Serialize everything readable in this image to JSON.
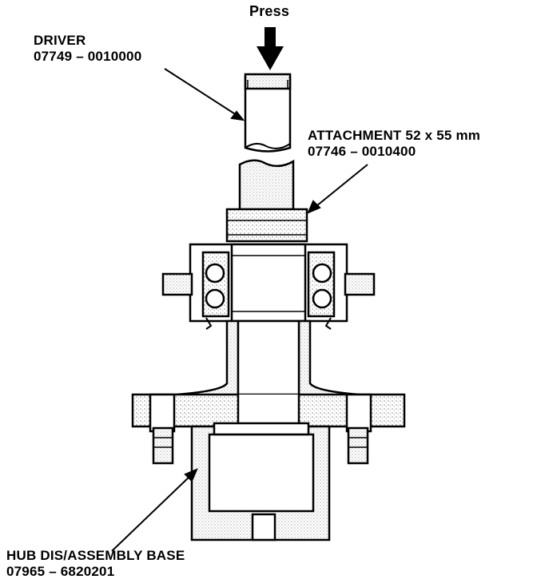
{
  "press": "Press",
  "driver": {
    "name": "DRIVER",
    "part": "07749 – 0010000"
  },
  "attachment": {
    "name": "ATTACHMENT 52 x 55 mm",
    "part": "07746 – 0010400"
  },
  "hub_base": {
    "name": "HUB DIS/ASSEMBLY BASE",
    "part": "07965 – 6820201"
  }
}
